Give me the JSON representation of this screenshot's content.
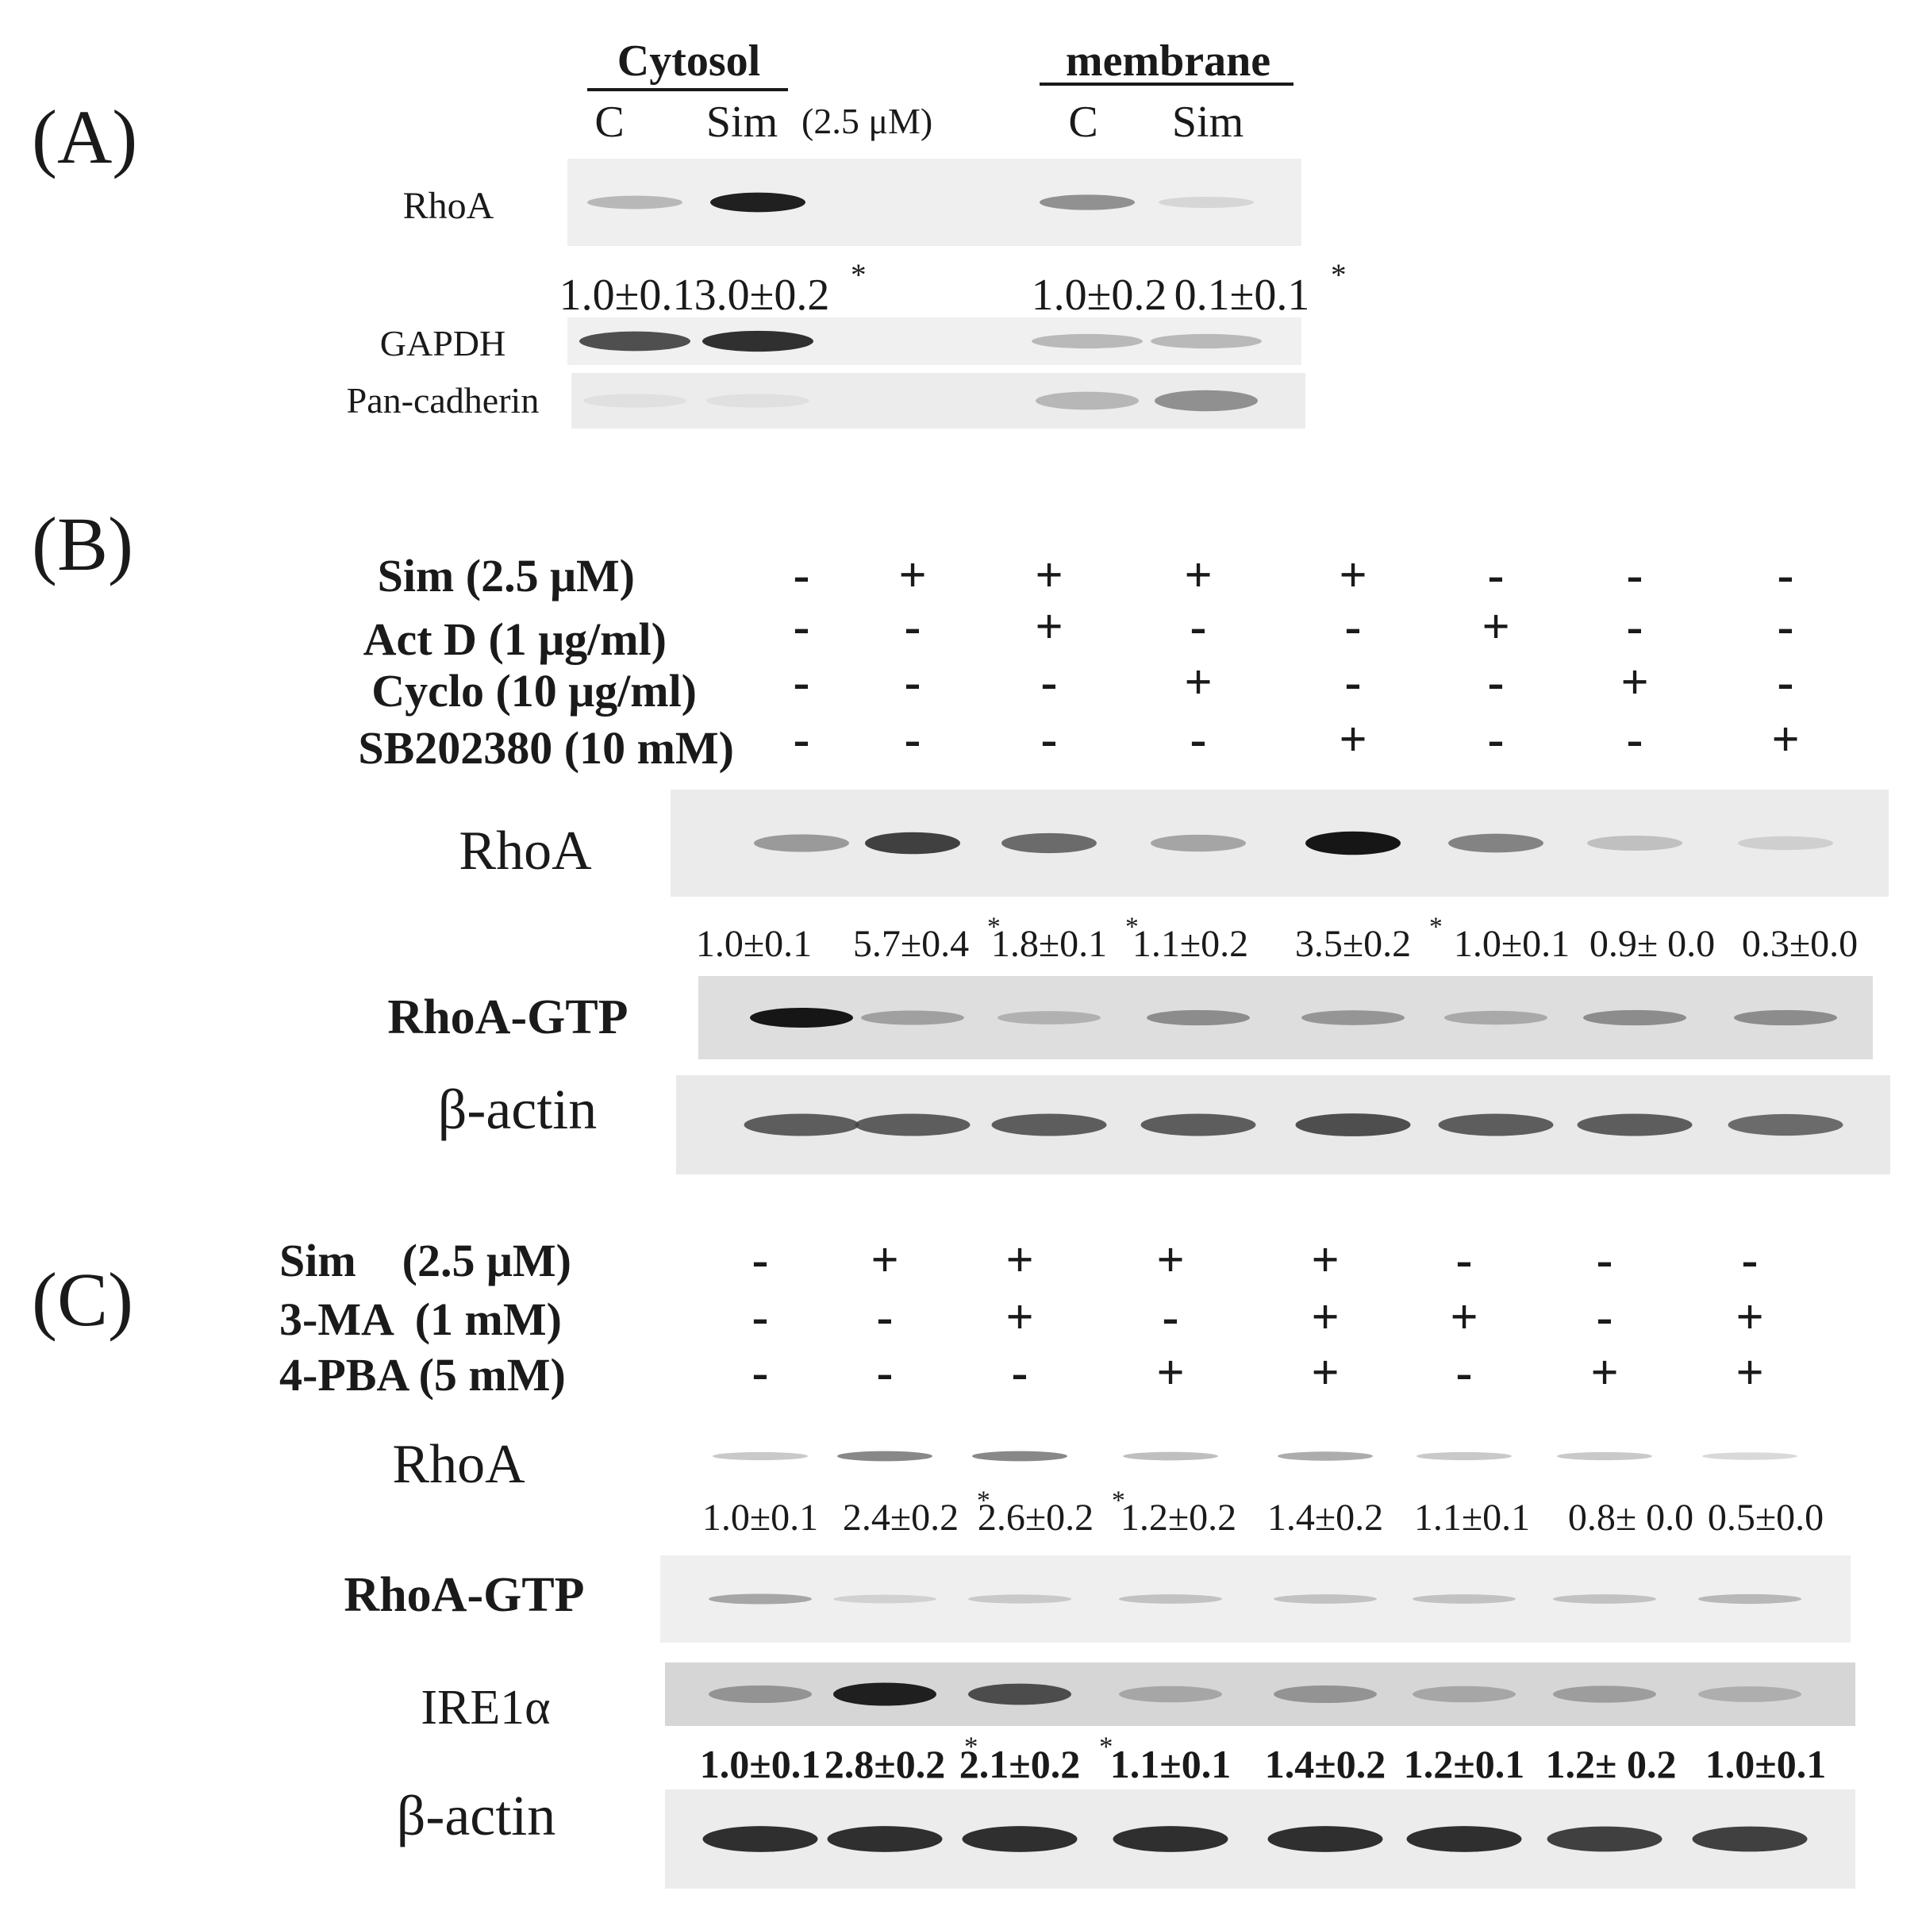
{
  "panel_a": {
    "letter": "(A)",
    "group_cytosol": "Cytosol",
    "group_membrane": "membrane",
    "lane_labels": [
      "C",
      "Sim",
      "C",
      "Sim"
    ],
    "dose": "(2.5 μM)",
    "rows": [
      {
        "label": "RhoA",
        "bands": [
          0.35,
          0.95,
          0.55,
          0.15
        ]
      },
      {
        "label": "GAPDH",
        "bands": [
          0.8,
          0.9,
          0.35,
          0.35
        ]
      },
      {
        "label": "Pan-cadherin",
        "bands": [
          0.05,
          0.05,
          0.35,
          0.55
        ]
      }
    ],
    "values": [
      "1.0±0.1",
      "3.0±0.2",
      "1.0±0.2",
      "0.1±0.1"
    ],
    "significant": [
      false,
      true,
      false,
      true
    ]
  },
  "panel_b": {
    "letter": "(B)",
    "treatments": [
      {
        "label": "Sim (2.5 μM)",
        "signs": [
          "-",
          "+",
          "+",
          "+",
          "+",
          "-",
          "-",
          "-"
        ]
      },
      {
        "label": "Act D (1 μg/ml)",
        "signs": [
          "-",
          "-",
          "+",
          "-",
          "-",
          "+",
          "-",
          "-"
        ]
      },
      {
        "label": "Cyclo (10 μg/ml)",
        "signs": [
          "-",
          "-",
          "-",
          "+",
          "-",
          "-",
          "+",
          "-"
        ]
      },
      {
        "label": "SB202380 (10 mM)",
        "signs": [
          "-",
          "-",
          "-",
          "-",
          "+",
          "-",
          "-",
          "+"
        ]
      }
    ],
    "rows": [
      {
        "label": "RhoA",
        "bands": [
          0.5,
          0.85,
          0.7,
          0.45,
          0.98,
          0.6,
          0.3,
          0.2
        ]
      },
      {
        "label": "RhoA-GTP",
        "bands": [
          0.98,
          0.45,
          0.35,
          0.55,
          0.5,
          0.4,
          0.55,
          0.55
        ]
      },
      {
        "label": "β-actin",
        "bands": [
          0.75,
          0.75,
          0.75,
          0.75,
          0.8,
          0.75,
          0.75,
          0.7
        ]
      }
    ],
    "values": [
      "1.0±0.1",
      "5.7±0.4",
      "1.8±0.1",
      "1.1±0.2",
      "3.5±0.2",
      "1.0±0.1",
      "0.9± 0.0",
      "0.3±0.0"
    ],
    "significant": [
      false,
      true,
      true,
      false,
      true,
      false,
      false,
      false
    ]
  },
  "panel_c": {
    "letter": "(C)",
    "treatments": [
      {
        "label": "Sim    (2.5 μM)",
        "signs": [
          "-",
          "+",
          "+",
          "+",
          "+",
          "-",
          "-",
          "-"
        ]
      },
      {
        "label": "3-MA  (1 mM)",
        "signs": [
          "-",
          "-",
          "+",
          "-",
          "+",
          "+",
          "-",
          "+"
        ]
      },
      {
        "label": "4-PBA (5 mM)",
        "signs": [
          "-",
          "-",
          "-",
          "+",
          "+",
          "-",
          "+",
          "+"
        ]
      }
    ],
    "rows": [
      {
        "label": "RhoA",
        "bands": [
          0.3,
          0.6,
          0.6,
          0.35,
          0.45,
          0.3,
          0.3,
          0.2
        ]
      },
      {
        "label": "RhoA-GTP",
        "bands": [
          0.45,
          0.2,
          0.25,
          0.3,
          0.3,
          0.3,
          0.3,
          0.35
        ]
      },
      {
        "label": "IRE1α",
        "bands": [
          0.5,
          0.95,
          0.8,
          0.4,
          0.5,
          0.4,
          0.45,
          0.35
        ]
      },
      {
        "label": "β-actin",
        "bands": [
          0.9,
          0.9,
          0.9,
          0.9,
          0.9,
          0.9,
          0.85,
          0.85
        ]
      }
    ],
    "rhoa_values": [
      "1.0±0.1",
      "2.4±0.2",
      "2.6±0.2",
      "1.2±0.2",
      "1.4±0.2",
      "1.1±0.1",
      "0.8± 0.0",
      "0.5±0.0"
    ],
    "rhoa_significant": [
      false,
      true,
      true,
      false,
      false,
      false,
      false,
      false
    ],
    "ire1_values": [
      "1.0±0.1",
      "2.8±0.2",
      "2.1±0.2",
      "1.1±0.1",
      "1.4±0.2",
      "1.2±0.1",
      "1.2± 0.2",
      "1.0±0.1"
    ],
    "ire1_significant": [
      false,
      true,
      true,
      false,
      false,
      false,
      false,
      false
    ]
  },
  "significance_mark": "*"
}
